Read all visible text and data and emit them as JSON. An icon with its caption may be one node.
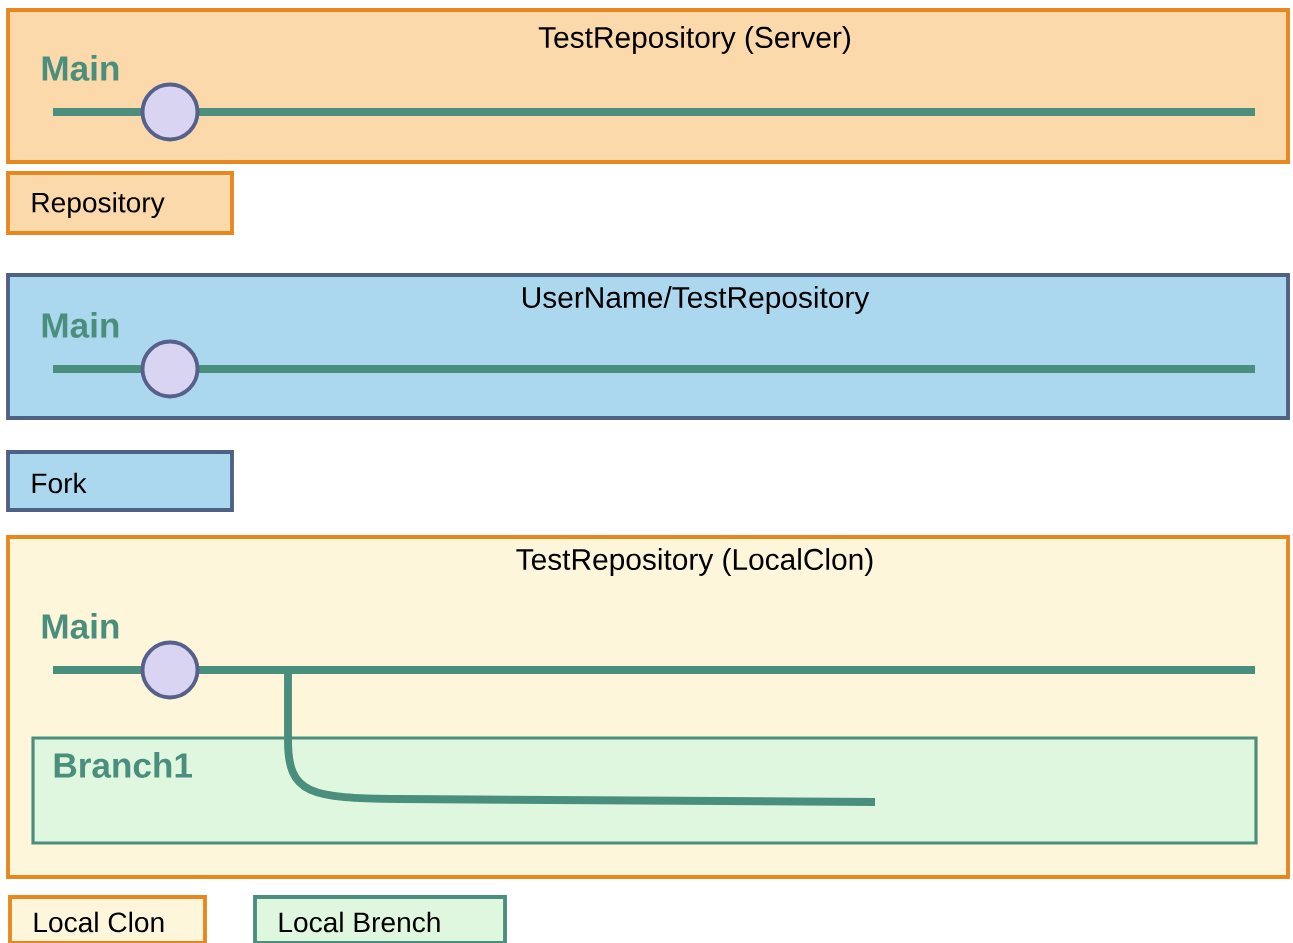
{
  "diagram": {
    "nodes": [
      {
        "text": [
          "TestRepository (Server)",
          "Main"
        ]
      },
      {
        "text": [],
        "shape": "circle",
        "in": 0
      },
      {
        "text": [
          "UserName/TestRepository",
          "Main"
        ]
      },
      {
        "text": [],
        "shape": "circle",
        "in": 2
      },
      {
        "text": [
          "TestRepository (LocalClon)",
          "Main"
        ]
      },
      {
        "text": [],
        "shape": "circle",
        "in": 4
      },
      {
        "text": [
          "Branch1"
        ],
        "in": 4
      }
    ],
    "legend": [
      {
        "text": "Repository",
        "color": "#fbd9ab"
      },
      {
        "text": "Fork",
        "color": "#acd8ef"
      },
      {
        "text": "Local Clon",
        "color": "#fef6da"
      },
      {
        "text": "Local Brench",
        "color": "#dff6df"
      }
    ]
  }
}
